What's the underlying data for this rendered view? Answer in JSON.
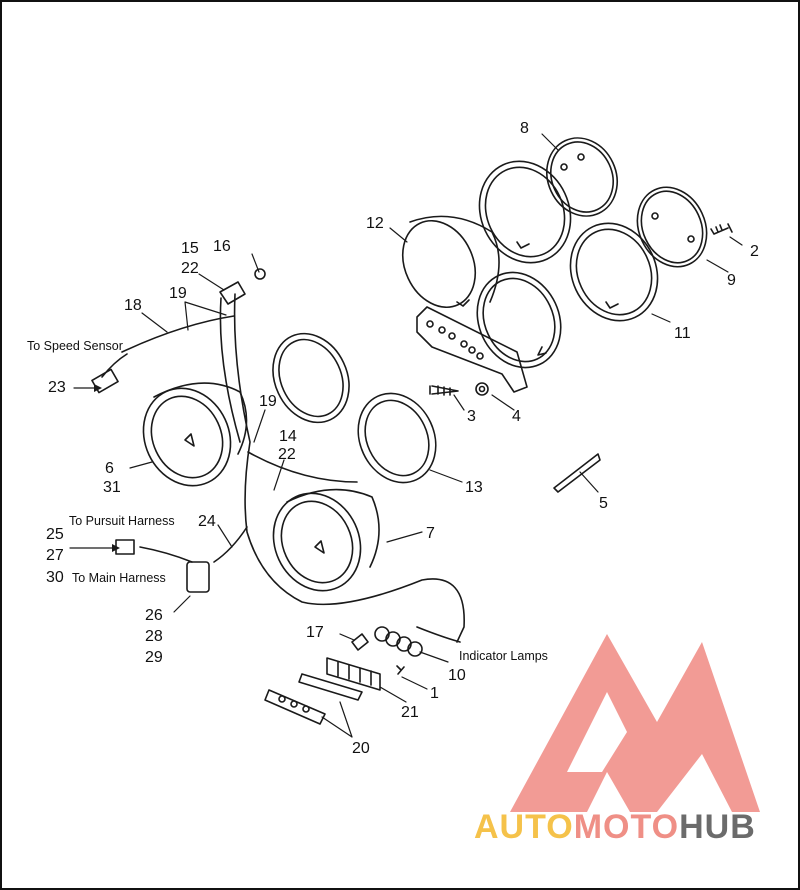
{
  "callouts": {
    "n1": "1",
    "n2": "2",
    "n3": "3",
    "n4": "4",
    "n5": "5",
    "n6": "6",
    "n7": "7",
    "n8": "8",
    "n9": "9",
    "n10": "10",
    "n11": "11",
    "n12": "12",
    "n13": "13",
    "n14": "14",
    "n15": "15",
    "n16": "16",
    "n17": "17",
    "n18": "18",
    "n19a": "19",
    "n19b": "19",
    "n20": "20",
    "n21": "21",
    "n22a": "22",
    "n22b": "22",
    "n23": "23",
    "n24": "24",
    "n25": "25",
    "n26": "26",
    "n27": "27",
    "n28": "28",
    "n29": "29",
    "n30": "30",
    "n31": "31"
  },
  "captions": {
    "speed_sensor": "To Speed Sensor",
    "pursuit_harness": "To Pursuit Harness",
    "main_harness": "To Main Harness",
    "indicator_lamps": "Indicator Lamps"
  },
  "watermark": {
    "part1": "AUTO",
    "part2": "MOTO",
    "part3": "HUB",
    "colors": {
      "auto": "#f5c24a",
      "moto": "#ef8f86",
      "hub": "#6b6b6b",
      "logo": "#ef6f66"
    }
  }
}
